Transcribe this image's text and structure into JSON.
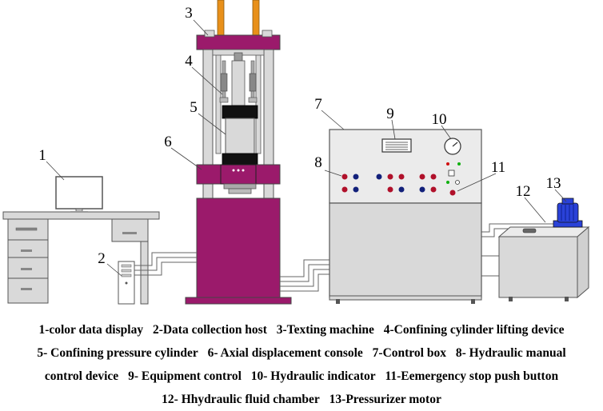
{
  "colors": {
    "magenta": "#9b1a6b",
    "orange_rod": "#e8901a",
    "gray_cabinet": "#d9d9d9",
    "console_panel": "#ebebeb",
    "motor_blue": "#2a42d8",
    "knob_red": "#b0102a",
    "knob_blue": "#12207a",
    "line": "#555555"
  },
  "callouts": [
    "1",
    "2",
    "3",
    "4",
    "5",
    "6",
    "7",
    "8",
    "9",
    "10",
    "11",
    "12",
    "13"
  ],
  "legend": {
    "lines": [
      [
        "1-color data display",
        "2-Data collection host",
        "3-Texting machine",
        "4-Confining cylinder lifting device"
      ],
      [
        "5- Confining pressure cylinder",
        "6- Axial displacement console",
        "7-Control box",
        "8- Hydraulic manual"
      ],
      [
        "control device",
        "9- Equipment control",
        "10- Hydraulic indicator",
        "11-Eemergency stop push button"
      ],
      [
        "12- Hhydraulic fluid chamber",
        "13-Pressurizer motor"
      ]
    ]
  }
}
